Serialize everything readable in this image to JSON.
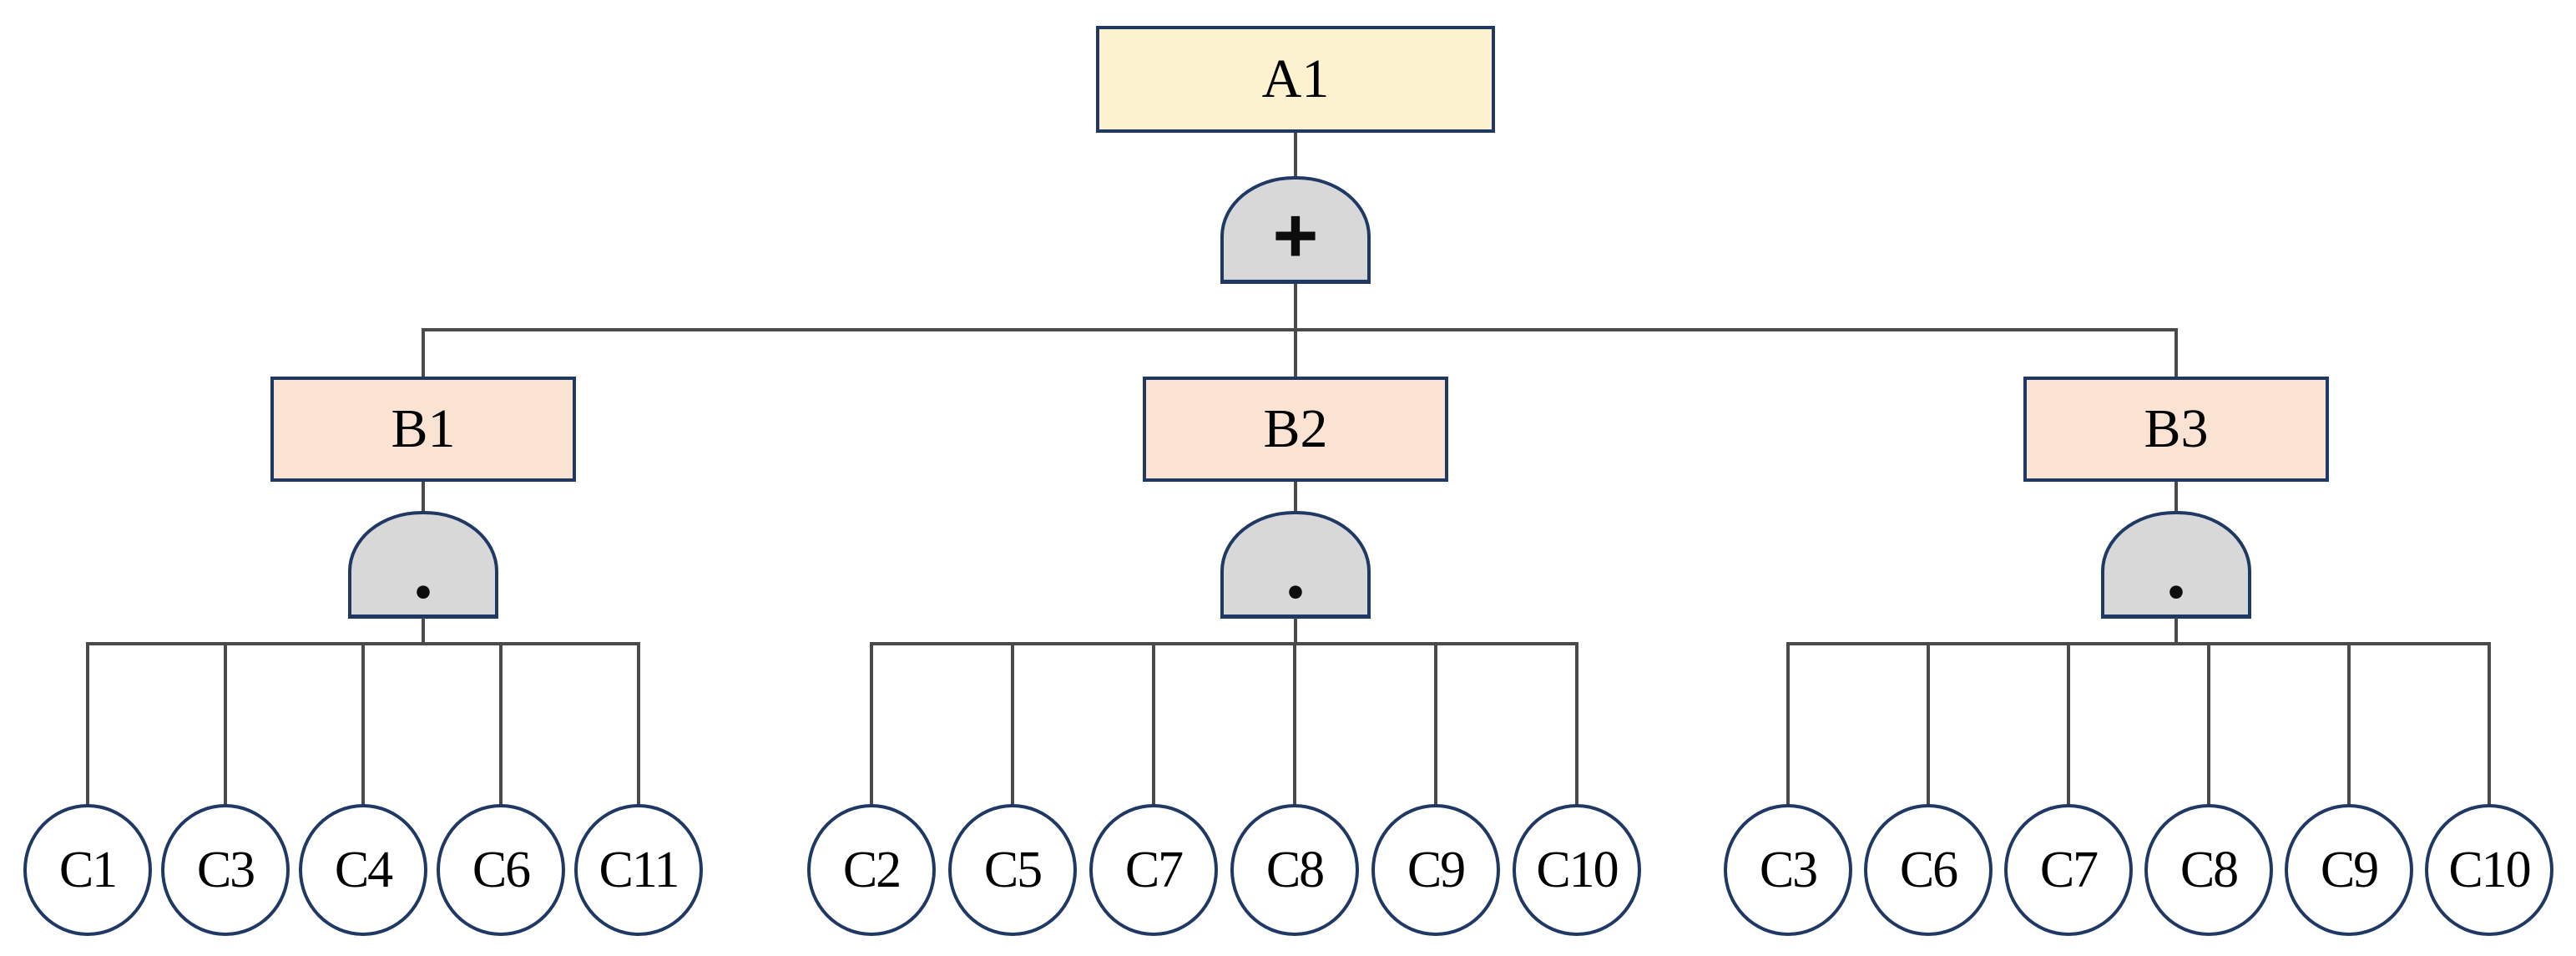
{
  "diagram": {
    "type": "fault-tree",
    "root": {
      "label": "A1"
    },
    "root_gate": {
      "type": "or",
      "symbol": "+"
    },
    "branches": [
      {
        "label": "B1",
        "gate": {
          "type": "and",
          "symbol": "·"
        },
        "children": [
          "C1",
          "C3",
          "C4",
          "C6",
          "C11"
        ]
      },
      {
        "label": "B2",
        "gate": {
          "type": "and",
          "symbol": "·"
        },
        "children": [
          "C2",
          "C5",
          "C7",
          "C8",
          "C9",
          "C10"
        ]
      },
      {
        "label": "B3",
        "gate": {
          "type": "and",
          "symbol": "·"
        },
        "children": [
          "C3",
          "C6",
          "C7",
          "C8",
          "C9",
          "C10"
        ]
      }
    ],
    "colors": {
      "root_fill": "#fcf2d0",
      "branch_fill": "#fae3d3",
      "gate_fill": "#d8d8d8",
      "node_border": "#1f3864",
      "circle_fill": "#ffffff",
      "line": "#4a4a4a",
      "text": "#000000"
    }
  }
}
